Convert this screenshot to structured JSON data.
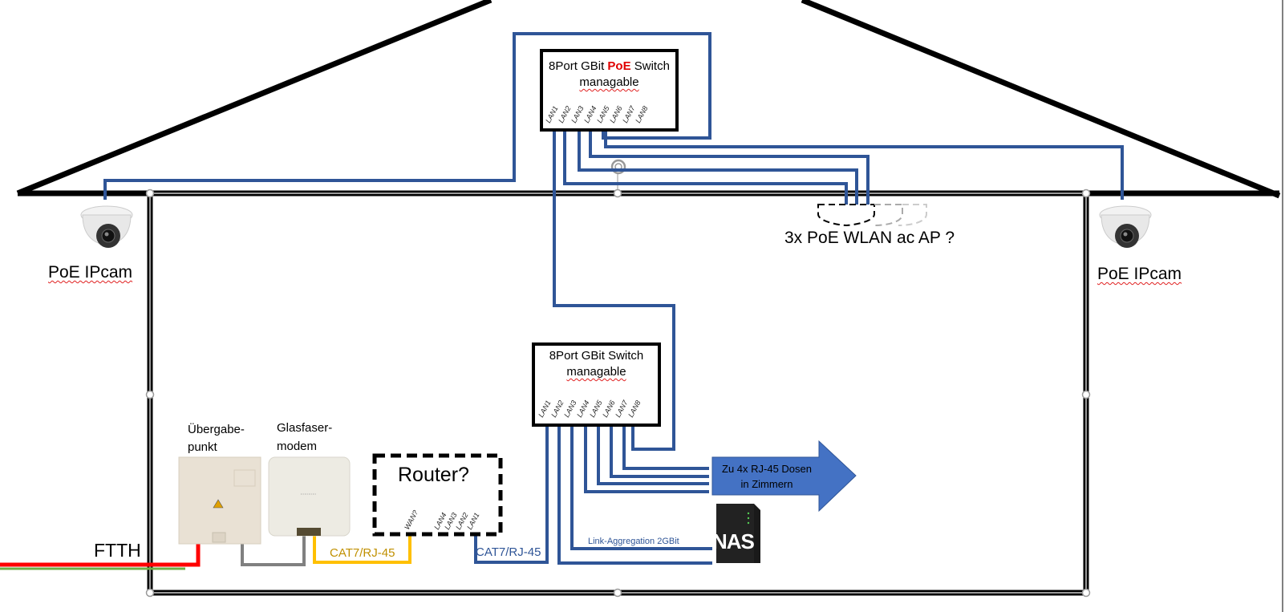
{
  "colors": {
    "cable_lan": "#2f5597",
    "cable_yellow": "#ffc000",
    "cable_gray": "#808080",
    "cable_red": "#ff0000",
    "cable_green": "#70ad47",
    "wall": "#000000",
    "arrow_fill": "#4472c4",
    "poe_highlight": "#e00000",
    "yellow_text": "#c09000",
    "blue_text": "#2f5597"
  },
  "poe_switch": {
    "title_prefix": "8Port GBit ",
    "title_highlight": "PoE",
    "title_suffix": " Switch",
    "subtitle": "managable",
    "ports": [
      "LAN1",
      "LAN2",
      "LAN3",
      "LAN4",
      "LAN5",
      "LAN6",
      "LAN7",
      "LAN8"
    ]
  },
  "main_switch": {
    "title": "8Port GBit Switch",
    "subtitle": "managable",
    "ports": [
      "LAN1",
      "LAN2",
      "LAN3",
      "LAN4",
      "LAN5",
      "LAN6",
      "LAN7",
      "LAN8"
    ]
  },
  "router": {
    "title": "Router?",
    "ports": [
      "WAN?",
      "LAN4",
      "LAN3",
      "LAN2",
      "LAN1"
    ]
  },
  "uebergabepunkt": {
    "label_line1": "Übergabe-",
    "label_line2": "punkt",
    "icon": "fiber-termination-box-icon"
  },
  "modem": {
    "label_line1": "Glasfaser-",
    "label_line2": "modem",
    "icon": "fiber-modem-icon"
  },
  "cameras": [
    {
      "label": "PoE IPcam",
      "icon": "dome-camera-icon"
    },
    {
      "label": "PoE IPcam",
      "icon": "dome-camera-icon"
    }
  ],
  "access_points": {
    "label": "3x PoE WLAN ac AP ?",
    "count": 3
  },
  "ftth": {
    "label": "FTTH"
  },
  "cables": {
    "modem_to_router": "CAT7/RJ-45",
    "router_to_switch": "CAT7/RJ-45",
    "nas_link": "Link-Aggregation 2GBit"
  },
  "rooms_arrow": {
    "line1": "Zu 4x RJ-45 Dosen",
    "line2": "in Zimmern"
  },
  "nas": {
    "label": "NAS",
    "icon": "nas-icon"
  }
}
